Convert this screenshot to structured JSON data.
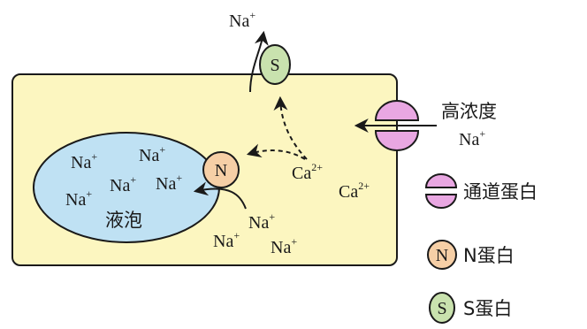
{
  "colors": {
    "cell_fill": "#FCF6C0",
    "vacuole_fill": "#BFE1F3",
    "channel_fill": "#E9A7E2",
    "n_protein_fill": "#F6CFA6",
    "s_protein_fill": "#C9E2AE",
    "outline": "#1a1a1a"
  },
  "labels": {
    "na": "Na",
    "na_charge": "+",
    "ca": "Ca",
    "ca_charge": "2+",
    "high_concentration": "高浓度",
    "vacuole": "液泡",
    "n_protein": "N",
    "s_protein": "S"
  },
  "legend": [
    {
      "icon": "channel-protein-icon",
      "text": "通道蛋白"
    },
    {
      "icon": "n-protein-icon",
      "letter": "N",
      "text": "N蛋白"
    },
    {
      "icon": "s-protein-icon",
      "letter": "S",
      "text": "S蛋白"
    }
  ]
}
